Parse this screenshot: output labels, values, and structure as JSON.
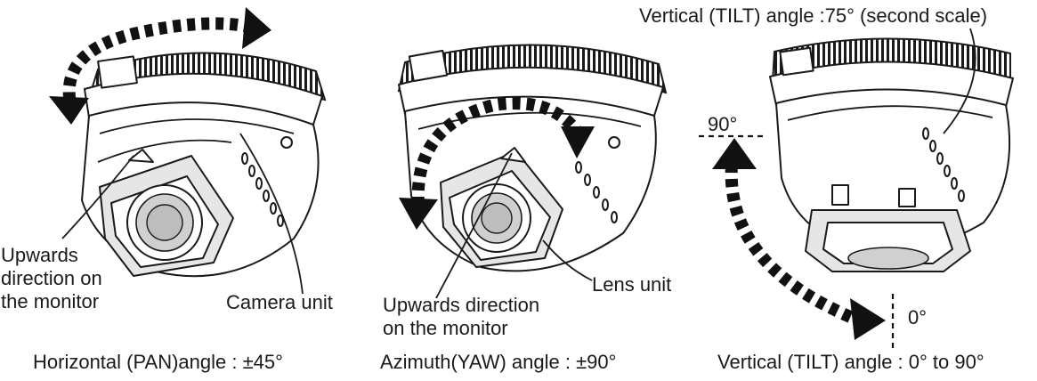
{
  "figures": [
    {
      "caption": "Horizontal (PAN)angle : ±45°",
      "labels": {
        "upwards": [
          "Upwards",
          "direction on",
          "the monitor"
        ],
        "unit": "Camera unit"
      }
    },
    {
      "caption": "Azimuth(YAW) angle : ±90°",
      "labels": {
        "upwards": [
          "Upwards direction",
          "on the monitor"
        ],
        "unit": "Lens unit"
      }
    },
    {
      "caption": "Vertical (TILT) angle : 0° to 90°",
      "labels": {
        "top_note": "Vertical (TILT) angle :75° (second scale)",
        "angle_90": "90°",
        "angle_0": "0°"
      }
    }
  ],
  "colors": {
    "ink": "#1a1a1a",
    "arrow": "#111111",
    "background": "#ffffff",
    "shade": "#e6e6e6"
  }
}
